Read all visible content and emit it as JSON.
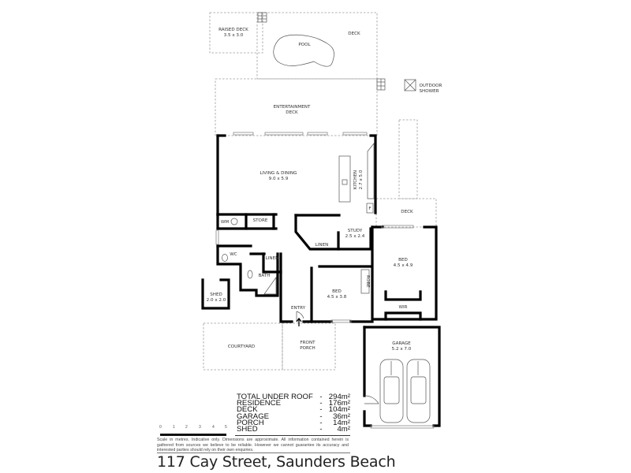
{
  "title": "117 Cay Street, Saunders Beach",
  "rooms": {
    "raised_deck": {
      "name": "RAISED DECK",
      "dims": "3.5 x 3.0"
    },
    "pool": {
      "name": "POOL"
    },
    "deck_top": {
      "name": "DECK"
    },
    "outdoor_shower": {
      "line1": "OUTDOOR",
      "line2": "SHOWER"
    },
    "entertainment_deck": {
      "line1": "ENTERTAINMENT",
      "line2": "DECK"
    },
    "living_dining": {
      "name": "LIVING & DINING",
      "dims": "9.0 x 5.9"
    },
    "kitchen": {
      "name": "KITCHEN",
      "dims": "2.7 x 5.0"
    },
    "fridge": {
      "name": "F"
    },
    "deck_side": {
      "name": "DECK"
    },
    "wm": {
      "name": "WM"
    },
    "store": {
      "name": "STORE"
    },
    "study": {
      "name": "STUDY",
      "dims": "2.5 x 2.4"
    },
    "linen_hall": {
      "name": "LINEN"
    },
    "wc": {
      "name": "WC"
    },
    "linen_bath": {
      "name": "LINEN"
    },
    "bath": {
      "name": "BATH"
    },
    "bed_master": {
      "name": "BED",
      "dims": "4.5 x 4.9"
    },
    "wir": {
      "name": "WIR"
    },
    "bed_2": {
      "name": "BED",
      "dims": "4.5 x 3.8"
    },
    "robe": {
      "name": "ROBE"
    },
    "shed": {
      "name": "SHED",
      "dims": "2.0 x 2.0"
    },
    "entry": {
      "name": "ENTRY"
    },
    "courtyard": {
      "name": "COURTYARD"
    },
    "front_porch": {
      "line1": "FRONT",
      "line2": "PORCH"
    },
    "garage": {
      "name": "GARAGE",
      "dims": "5.2 x 7.0"
    }
  },
  "areas": [
    {
      "label": "TOTAL UNDER ROOF",
      "sep": "-",
      "value": "294m²"
    },
    {
      "label": "RESIDENCE",
      "sep": "-",
      "value": "176m²"
    },
    {
      "label": "DECK",
      "sep": "-",
      "value": "104m²"
    },
    {
      "label": "GARAGE",
      "sep": "-",
      "value": "36m²"
    },
    {
      "label": "PORCH",
      "sep": "-",
      "value": "14m²"
    },
    {
      "label": "SHED",
      "sep": "-",
      "value": "4m²"
    }
  ],
  "scale": {
    "ticks": [
      "0",
      "1",
      "2",
      "3",
      "4",
      "5"
    ]
  },
  "disclaimer": "Scale in metres. Indicative only. Dimensions are approximate. All information contained herein is gathered from sources we believe to be reliable. However we cannot guarantee its accuracy and interested parties should rely on their own enquiries.",
  "colors": {
    "wall": "#000000",
    "dashed": "#9a9a9a",
    "text": "#333333"
  }
}
